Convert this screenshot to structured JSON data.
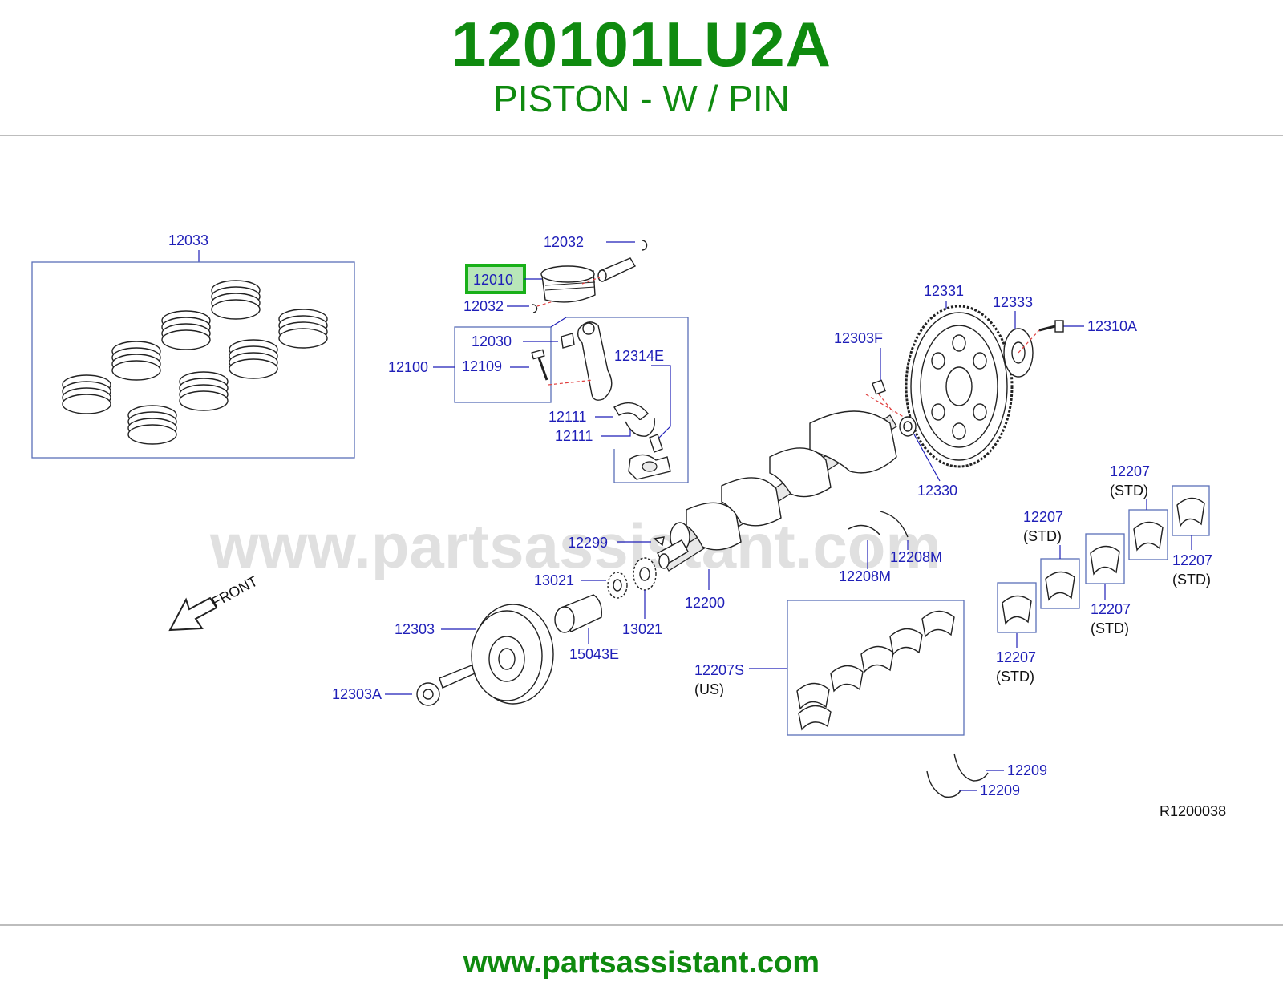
{
  "header": {
    "part_number": "120101LU2A",
    "description": "PISTON - W / PIN"
  },
  "diagram": {
    "watermark": "www.partsassistant.com",
    "front_label": "FRONT",
    "reference_code": "R1200038",
    "highlight_color": "#19b019",
    "labels": {
      "l12033": "12033",
      "l12032a": "12032",
      "l12010": "12010",
      "l12032b": "12032",
      "l12030": "12030",
      "l12100": "12100",
      "l12109": "12109",
      "l12314E": "12314E",
      "l12111a": "12111",
      "l12111b": "12111",
      "l12331": "12331",
      "l12333": "12333",
      "l12310A": "12310A",
      "l12303F": "12303F",
      "l12330": "12330",
      "l12299": "12299",
      "l12200": "12200",
      "l13021a": "13021",
      "l13021b": "13021",
      "l12303": "12303",
      "l15043E": "15043E",
      "l12303A": "12303A",
      "l12208Ma": "12208M",
      "l12208Mb": "12208M",
      "l12207a": "12207",
      "l12207b": "12207",
      "l12207c": "12207",
      "l12207d": "12207",
      "l12207e": "12207",
      "l12207S": "12207S",
      "l12209a": "12209",
      "l12209b": "12209"
    },
    "qualifiers": {
      "std": "(STD)",
      "us": "(US)"
    }
  },
  "footer": {
    "url": "www.partsassistant.com"
  }
}
